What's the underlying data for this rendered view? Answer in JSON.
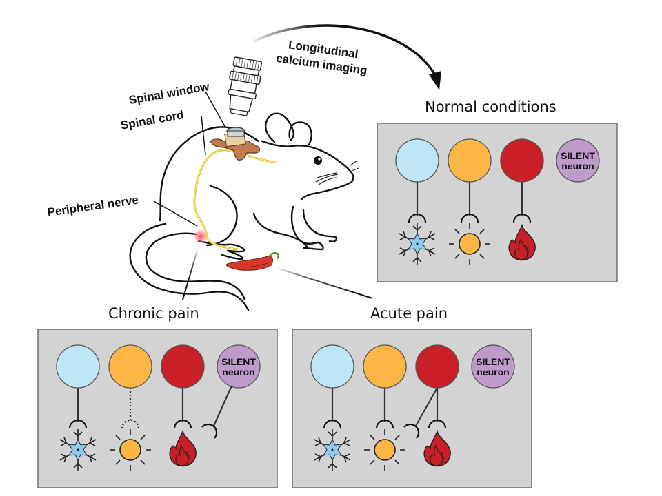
{
  "labels": {
    "longitudinal_line1": "Longitudinal",
    "longitudinal_line2": "calcium imaging",
    "spinal_window": "Spinal window",
    "spinal_cord": "Spinal cord",
    "peripheral_nerve": "Peripheral nerve"
  },
  "colors": {
    "cold": "#bfe6f4",
    "warm": "#fbb646",
    "heat": "#c92027",
    "silent": "#be9bca",
    "panel": "#d3d3d3",
    "nerve": "#e7c21e",
    "window_frame": "#c07a4e",
    "pepper": "#d9392b"
  },
  "panels": [
    {
      "id": "normal",
      "title": "Normal conditions",
      "neurons": [
        {
          "type": "cold",
          "connection": "solid",
          "stimulus": "snowflake-icon"
        },
        {
          "type": "warm",
          "connection": "solid",
          "stimulus": "sun-icon"
        },
        {
          "type": "heat",
          "connection": "solid",
          "stimulus": "flame-icon"
        },
        {
          "type": "silent",
          "label_line1": "SILENT",
          "label_line2": "neuron",
          "connection": "none"
        }
      ],
      "extra_branches": []
    },
    {
      "id": "chronic",
      "title": "Chronic pain",
      "neurons": [
        {
          "type": "cold",
          "connection": "solid",
          "stimulus": "snowflake-icon"
        },
        {
          "type": "warm",
          "connection": "dotted",
          "stimulus": "sun-icon"
        },
        {
          "type": "heat",
          "connection": "solid",
          "stimulus": "flame-icon"
        },
        {
          "type": "silent",
          "label_line1": "SILENT",
          "label_line2": "neuron",
          "connection": "new-branch"
        }
      ],
      "extra_branches": [
        {
          "from": "silent",
          "to": "heat-side"
        }
      ]
    },
    {
      "id": "acute",
      "title": "Acute pain",
      "neurons": [
        {
          "type": "cold",
          "connection": "solid",
          "stimulus": "snowflake-icon"
        },
        {
          "type": "warm",
          "connection": "solid",
          "stimulus": "sun-icon"
        },
        {
          "type": "heat",
          "connection": "solid",
          "stimulus": "flame-icon"
        },
        {
          "type": "silent",
          "label_line1": "SILENT",
          "label_line2": "neuron",
          "connection": "none"
        }
      ],
      "extra_branches": [
        {
          "from": "heat",
          "to": "warm-side"
        }
      ]
    }
  ]
}
